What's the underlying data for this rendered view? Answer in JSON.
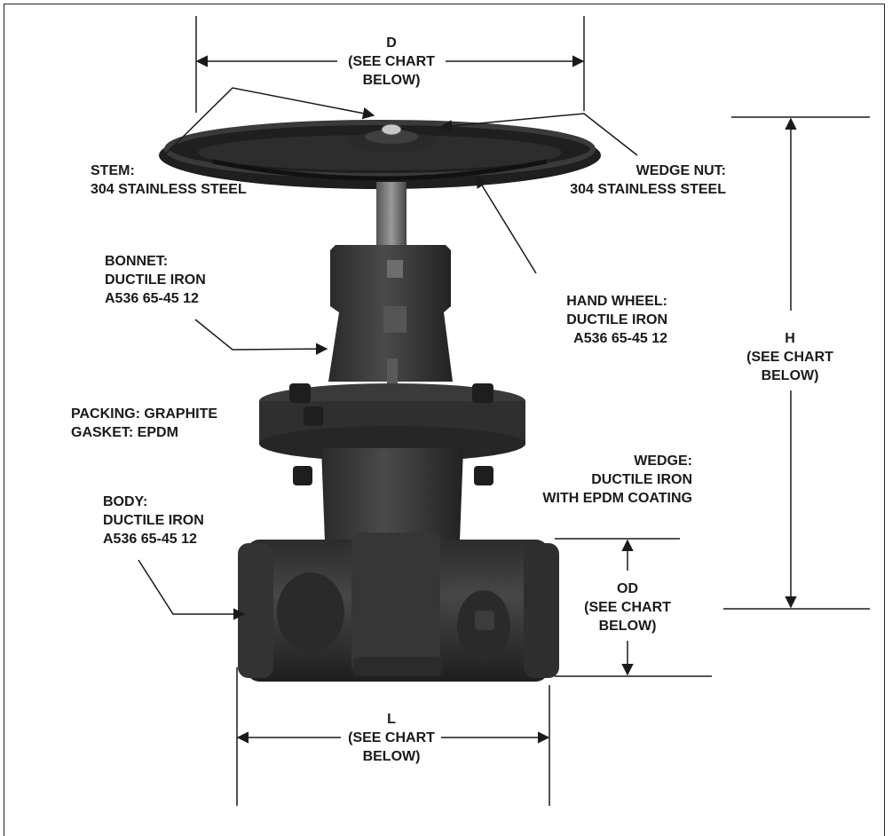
{
  "callouts": {
    "stem": {
      "title": "STEM:",
      "material": "304 STAINLESS STEEL"
    },
    "wedge_nut": {
      "title": "WEDGE NUT:",
      "material": "304 STAINLESS STEEL"
    },
    "bonnet": {
      "title": "BONNET:",
      "material": "DUCTILE IRON",
      "grade": "A536 65-45 12"
    },
    "hand_wheel": {
      "title": "HAND WHEEL:",
      "material": "DUCTILE IRON",
      "grade": "A536 65-45 12"
    },
    "packing_gasket": {
      "line1": "PACKING: GRAPHITE",
      "line2": "GASKET: EPDM"
    },
    "wedge": {
      "title": "WEDGE:",
      "material": "DUCTILE IRON",
      "coating": "WITH EPDM COATING"
    },
    "body": {
      "title": "BODY:",
      "material": "DUCTILE IRON",
      "grade": "A536 65-45 12"
    }
  },
  "dimensions": {
    "d": {
      "letter": "D",
      "line1": "(SEE CHART",
      "line2": "BELOW)"
    },
    "h": {
      "letter": "H",
      "line1": "(SEE CHART",
      "line2": "BELOW)"
    },
    "od": {
      "letter": "OD",
      "line1": "(SEE CHART",
      "line2": "BELOW)"
    },
    "l": {
      "letter": "L",
      "line1": "(SEE CHART",
      "line2": "BELOW)"
    }
  },
  "colors": {
    "ink": "#1a1a1a",
    "valve_dark": "#262626",
    "valve_mid": "#3d3d3d",
    "valve_light": "#5a5a5a",
    "stem_steel": "#8a8a8a"
  }
}
